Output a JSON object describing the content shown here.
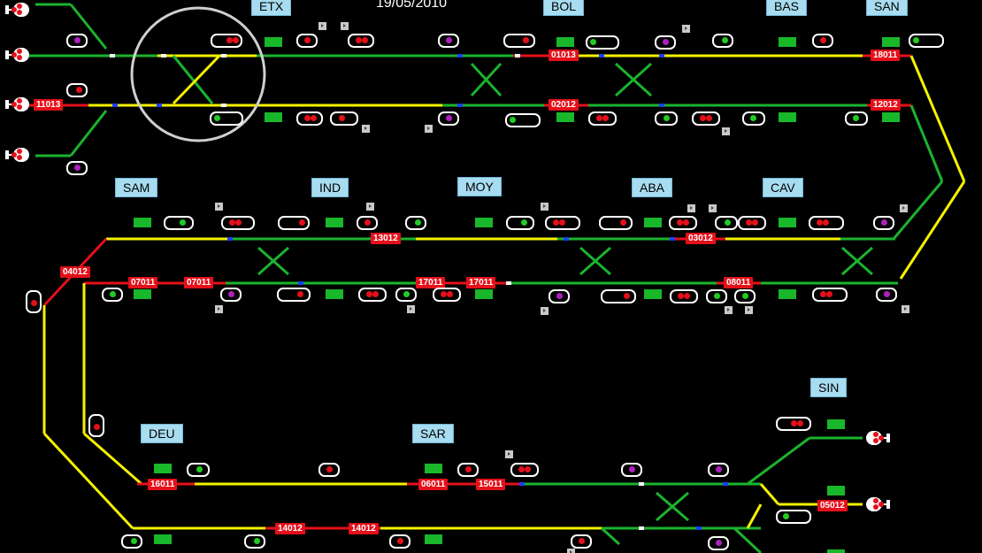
{
  "header": {
    "date": "19/05/2010"
  },
  "colors": {
    "yellow": "#f5f200",
    "green": "#1bb32e",
    "red": "#e4101a",
    "station_bg": "#a8dcf0",
    "lamp_red": "#e4101a",
    "lamp_green": "#22cc22",
    "lamp_purple": "#b020c0"
  },
  "stations": [
    "ETX",
    "BOL",
    "BAS",
    "SAN",
    "SAM",
    "IND",
    "MOY",
    "ABA",
    "CAV",
    "SIN",
    "DEU",
    "SAR"
  ],
  "occupancy": [
    "11013",
    "01013",
    "18011",
    "02012",
    "12012",
    "04012",
    "13012",
    "03012",
    "07011",
    "07011",
    "17011",
    "17011",
    "08011",
    "16011",
    "06011",
    "15011",
    "05012",
    "14012",
    "14012"
  ]
}
